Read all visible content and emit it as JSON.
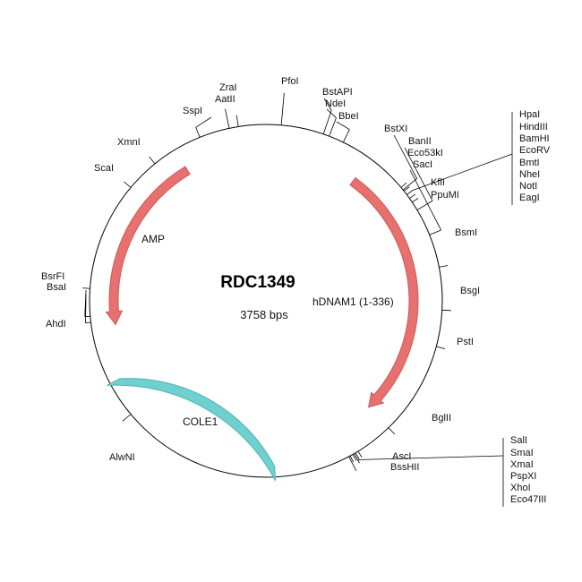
{
  "plasmid": {
    "name": "RDC1349",
    "length_label": "3758 bps"
  },
  "features": [
    {
      "id": "amp",
      "label": "AMP",
      "kind": "arrow",
      "color": "#e8706e"
    },
    {
      "id": "hdnam1",
      "label": "hDNAM1 (1-336)",
      "kind": "arrow",
      "color": "#e8706e"
    },
    {
      "id": "cole1",
      "label": "COLE1",
      "kind": "block",
      "color": "#6fd0d0"
    }
  ],
  "sites": [
    {
      "id": "pfoi",
      "label": "PfoI"
    },
    {
      "id": "bstapi",
      "label": "BstAPI"
    },
    {
      "id": "ndei",
      "label": "NdeI"
    },
    {
      "id": "bbei",
      "label": "BbeI"
    },
    {
      "id": "zrai",
      "label": "ZraI"
    },
    {
      "id": "aatii",
      "label": "AatII"
    },
    {
      "id": "sspi",
      "label": "SspI"
    },
    {
      "id": "xmni",
      "label": "XmnI"
    },
    {
      "id": "scai",
      "label": "ScaI"
    },
    {
      "id": "bstxi",
      "label": "BstXI"
    },
    {
      "id": "banii",
      "label": "BanII"
    },
    {
      "id": "eco53ki",
      "label": "Eco53kI"
    },
    {
      "id": "saci",
      "label": "SacI"
    },
    {
      "id": "kfli",
      "label": "KflI"
    },
    {
      "id": "ppumi",
      "label": "PpuMI"
    },
    {
      "id": "bsmi",
      "label": "BsmI"
    },
    {
      "id": "bsgi",
      "label": "BsgI"
    },
    {
      "id": "psti",
      "label": "PstI"
    },
    {
      "id": "bglii",
      "label": "BglII"
    },
    {
      "id": "asci",
      "label": "AscI"
    },
    {
      "id": "bsshii",
      "label": "BssHII"
    },
    {
      "id": "alwni",
      "label": "AlwNI"
    },
    {
      "id": "ahdi",
      "label": "AhdI"
    },
    {
      "id": "bsai",
      "label": "BsaI"
    },
    {
      "id": "bsrfi",
      "label": "BsrFI"
    }
  ],
  "site_group_1": [
    "HpaI",
    "HindIII",
    "BamHI",
    "EcoRV",
    "BmtI",
    "NheI",
    "NotI",
    "EagI"
  ],
  "site_group_2": [
    "SalI",
    "SmaI",
    "XmaI",
    "PspXI",
    "XhoI",
    "Eco47III"
  ]
}
